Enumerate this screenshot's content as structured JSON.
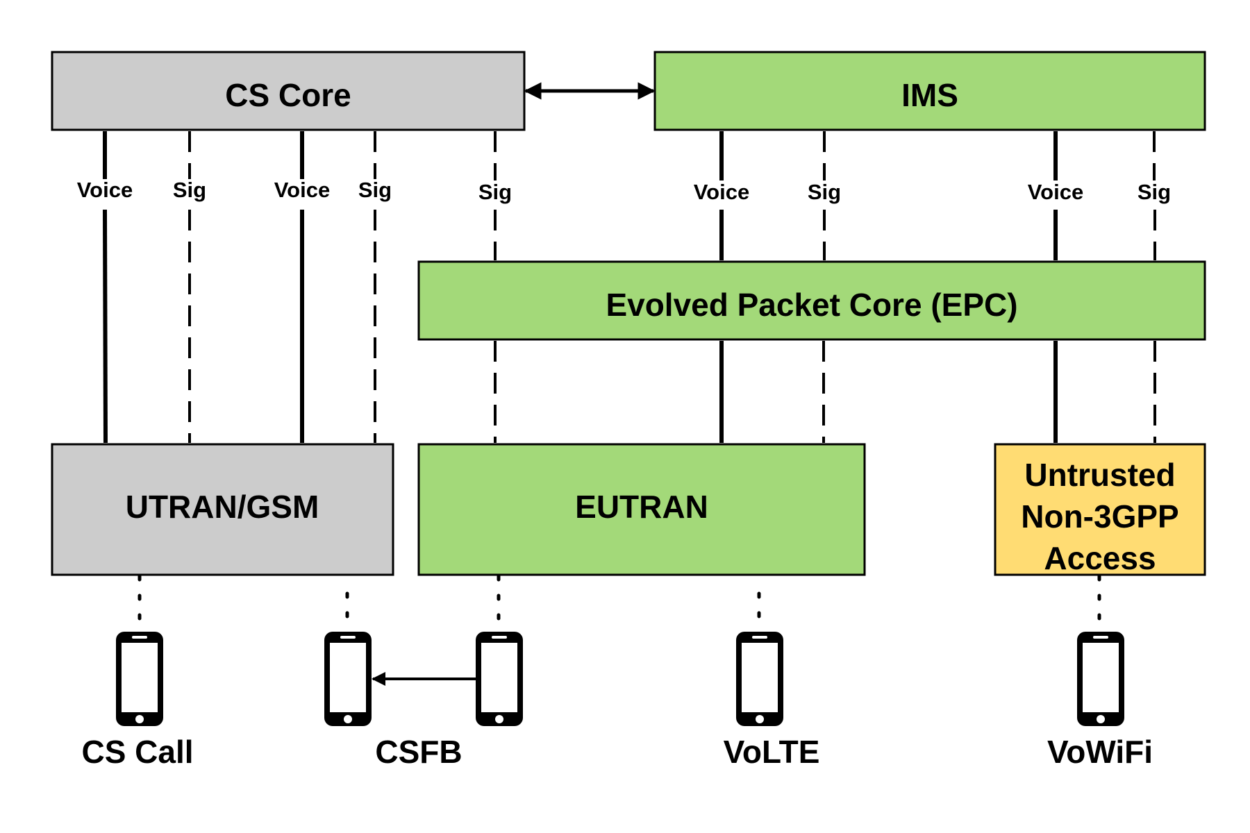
{
  "colors": {
    "gray_fill": "#cccccc",
    "green_fill": "#a3d979",
    "yellow_fill": "#ffdc73",
    "stroke": "#000000",
    "background": "#ffffff"
  },
  "boxes": {
    "cs_core": {
      "label": "CS Core"
    },
    "ims": {
      "label": "IMS"
    },
    "epc": {
      "label": "Evolved Packet Core (EPC)"
    },
    "utran_gsm": {
      "label": "UTRAN/GSM"
    },
    "eutran": {
      "label": "EUTRAN"
    },
    "untrusted": {
      "lines": [
        "Untrusted",
        "Non-3GPP",
        "Access"
      ]
    }
  },
  "link_labels": {
    "voice": "Voice",
    "sig": "Sig"
  },
  "captions": {
    "cs_call": "CS Call",
    "csfb": "CSFB",
    "volte": "VoLTE",
    "vowifi": "VoWiFi"
  },
  "icons": {
    "phone": "smartphone-icon",
    "bidirectional_arrow": "double-arrow-icon",
    "fallback_arrow": "left-arrow-icon"
  }
}
